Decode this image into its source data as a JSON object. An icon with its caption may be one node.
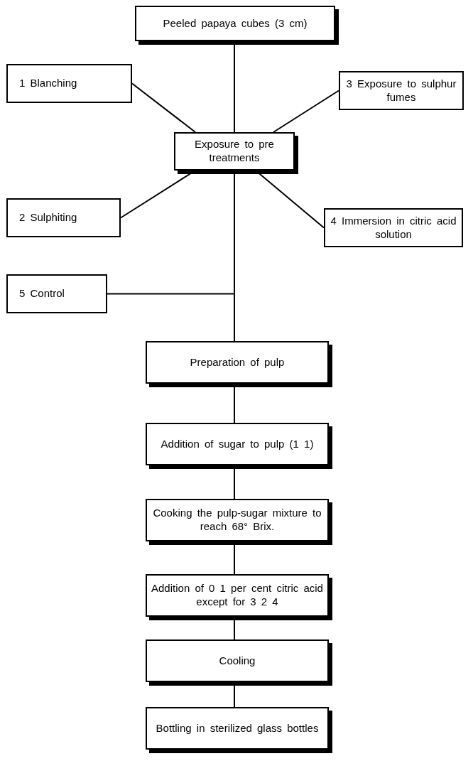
{
  "diagram": {
    "nodes": [
      {
        "text": [
          "Peeled papaya cubes (3 cm)"
        ]
      },
      {
        "text": [
          "1 Blanching"
        ]
      },
      {
        "text": [
          "3 Exposure to sulphur fumes"
        ]
      },
      {
        "text": [
          "Exposure to pre treatments"
        ]
      },
      {
        "text": [
          "2 Sulphiting"
        ]
      },
      {
        "text": [
          "4 Immersion in citric acid solution"
        ]
      },
      {
        "text": [
          "5 Control"
        ]
      },
      {
        "text": [
          "Preparation of pulp"
        ]
      },
      {
        "text": [
          "Addition of sugar to pulp (1 1)"
        ]
      },
      {
        "text": [
          "Cooking the pulp-sugar mixture to reach 68° Brix."
        ]
      },
      {
        "text": [
          "Addition of 0 1 per cent citric acid except for 3 2 4"
        ]
      },
      {
        "text": [
          "Cooling"
        ]
      },
      {
        "text": [
          "Bottling in sterilized glass bottles"
        ]
      }
    ],
    "edges": [
      {
        "from": 0,
        "to": 3,
        "arrow": "none"
      },
      {
        "from": 1,
        "to": 3,
        "arrow": "none"
      },
      {
        "from": 2,
        "to": 3,
        "arrow": "none"
      },
      {
        "from": 4,
        "to": 3,
        "arrow": "none"
      },
      {
        "from": 5,
        "to": 3,
        "arrow": "none"
      },
      {
        "from": 3,
        "to": 7,
        "arrow": "none"
      },
      {
        "from": 6,
        "to": 7,
        "arrow": "none"
      },
      {
        "from": 7,
        "to": 8,
        "arrow": "none"
      },
      {
        "from": 8,
        "to": 9,
        "arrow": "none"
      },
      {
        "from": 9,
        "to": 10,
        "arrow": "none"
      },
      {
        "from": 10,
        "to": 11,
        "arrow": "none"
      },
      {
        "from": 11,
        "to": 12,
        "arrow": "none"
      }
    ]
  }
}
